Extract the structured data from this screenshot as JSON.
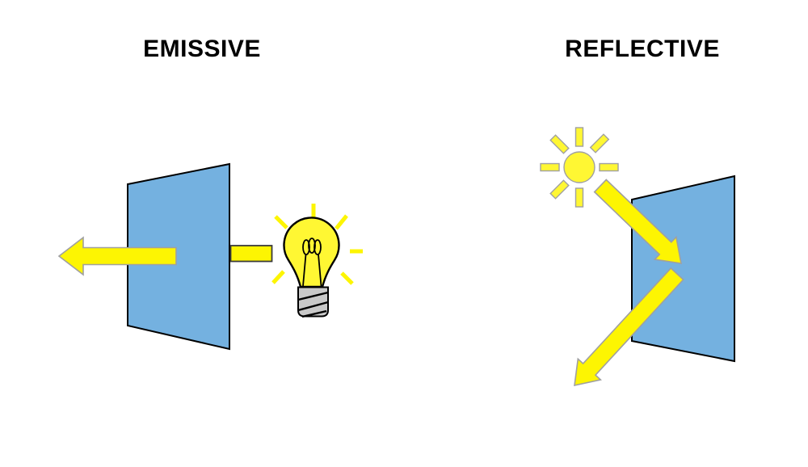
{
  "page": {
    "type": "diagram",
    "description": "Comparison of emissive and reflective display illumination",
    "background_color": "#ffffff"
  },
  "emissive": {
    "title": "EMISSIVE",
    "elements": [
      {
        "name": "display-panel",
        "shape": "blue-trapezoid-outlined-black"
      },
      {
        "name": "emitted-light-arrow",
        "shape": "thick-yellow-arrow-pointing-left-through-panel"
      },
      {
        "name": "backlight-beam",
        "shape": "short-yellow-rectangle-from-bulb-to-panel"
      },
      {
        "name": "lightbulb-icon",
        "shape": "yellow-bulb-with-coil-filament-gray-screw-base-and-yellow-rays"
      }
    ]
  },
  "reflective": {
    "title": "REFLECTIVE",
    "elements": [
      {
        "name": "display-panel",
        "shape": "blue-trapezoid-outlined-black"
      },
      {
        "name": "sun-icon",
        "shape": "yellow-circle-with-eight-rectangular-rays"
      },
      {
        "name": "incident-light-arrow",
        "shape": "thick-yellow-arrow-from-sun-down-right-onto-panel"
      },
      {
        "name": "reflected-light-arrow",
        "shape": "thick-yellow-arrow-from-panel-down-left-toward-viewer"
      }
    ]
  },
  "colors": {
    "bg": "#ffffff",
    "ink": "#000000",
    "panel-blue": "#74B1E0",
    "arrow-yellow": "#FDF502",
    "sun-yellow": "#FFF733",
    "arrow-outline": "#a0a0a0",
    "beam-outline": "#3a3a3a",
    "base-gray": "#C9C9C9",
    "title-color": "#000000"
  }
}
